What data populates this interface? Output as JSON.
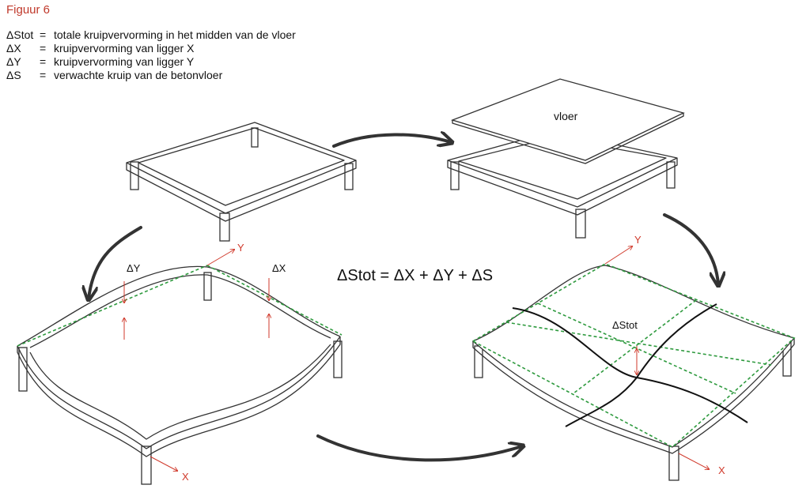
{
  "figure_title": "Figuur 6",
  "legend": [
    {
      "symbol": "ΔStot",
      "eq": "=",
      "text": "totale kruipvervorming in het midden van de vloer"
    },
    {
      "symbol": "ΔX",
      "eq": "=",
      "text": "kruipvervorming van ligger X"
    },
    {
      "symbol": "ΔY",
      "eq": "=",
      "text": "kruipvervorming van ligger Y"
    },
    {
      "symbol": "ΔS",
      "eq": "=",
      "text": "verwachte kruip van de betonvloer"
    }
  ],
  "equation": "ΔStot = ΔX + ΔY + ΔS",
  "labels": {
    "vloer": "vloer",
    "delta_y": "ΔY",
    "delta_x": "ΔX",
    "delta_stot": "ΔStot",
    "axis_x": "X",
    "axis_y": "Y"
  },
  "colors": {
    "title": "#c0392b",
    "axis": "#d0392b",
    "dashed": "#2e9a3e",
    "line": "#333333"
  }
}
